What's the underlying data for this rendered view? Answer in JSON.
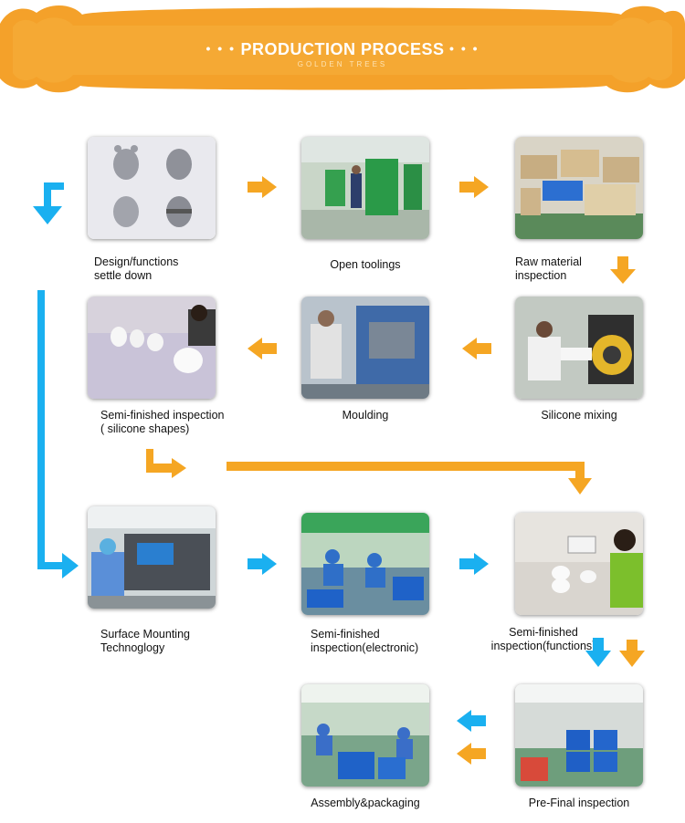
{
  "header": {
    "title": "PRODUCTION PROCESS",
    "dots_left": "• • •",
    "dots_right": "• • •",
    "subtitle": "GOLDEN TREES"
  },
  "colors": {
    "orange": "#f5a623",
    "blue": "#1ab0f0",
    "banner": "#f4a12a"
  },
  "steps": [
    {
      "caption_line1": "Design/functions",
      "caption_line2": "settle down",
      "icon": "design-photo"
    },
    {
      "caption_line1": "Open toolings",
      "caption_line2": "",
      "icon": "tooling-photo"
    },
    {
      "caption_line1": "Raw material",
      "caption_line2": "inspection",
      "icon": "raw-material-photo"
    },
    {
      "caption_line1": "Silicone mixing",
      "caption_line2": "",
      "icon": "silicone-mixing-photo"
    },
    {
      "caption_line1": "Moulding",
      "caption_line2": "",
      "icon": "moulding-photo"
    },
    {
      "caption_line1": "Semi-finished inspection",
      "caption_line2": "( silicone shapes)",
      "icon": "silicone-inspection-photo"
    },
    {
      "caption_line1": "Surface Mounting",
      "caption_line2": "Technoglogy",
      "icon": "smt-photo"
    },
    {
      "caption_line1": "Semi-finished",
      "caption_line2": "inspection(electronic)",
      "icon": "electronic-inspection-photo"
    },
    {
      "caption_line1": "Semi-finished",
      "caption_line2": "inspection(functions)",
      "icon": "functions-inspection-photo"
    },
    {
      "caption_line1": "Pre-Final inspection",
      "caption_line2": "",
      "icon": "pre-final-photo"
    },
    {
      "caption_line1": "Assembly&packaging",
      "caption_line2": "",
      "icon": "assembly-photo"
    }
  ]
}
